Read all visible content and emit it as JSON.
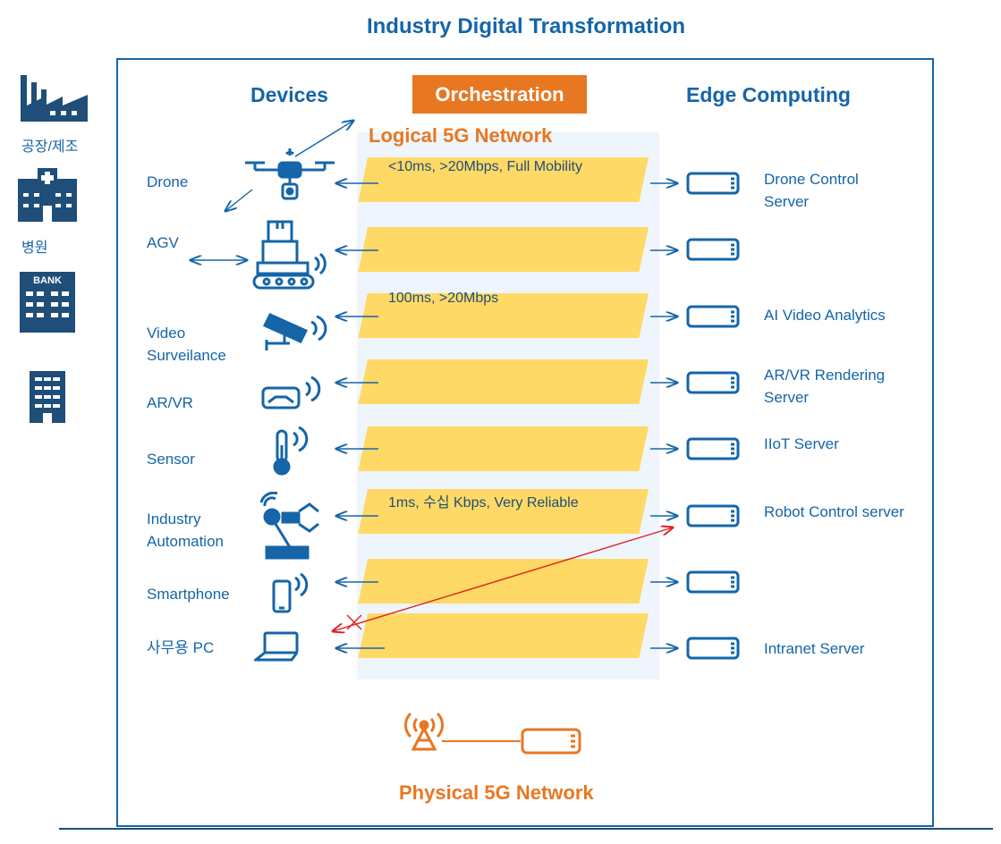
{
  "title": "Industry Digital Transformation",
  "headers": {
    "devices": "Devices",
    "orchestration": "Orchestration",
    "edge": "Edge Computing",
    "logical": "Logical 5G Network",
    "physical": "Physical 5G Network"
  },
  "industries": [
    {
      "label": "공장/제조",
      "icon": "factory-icon"
    },
    {
      "label": "병원",
      "icon": "hospital-icon"
    },
    {
      "label": "",
      "icon": "bank-icon",
      "sign": "BANK"
    },
    {
      "label": "",
      "icon": "office-building-icon"
    }
  ],
  "devices": [
    {
      "label": "Drone",
      "icon": "drone-icon"
    },
    {
      "label": "AGV",
      "icon": "agv-icon"
    },
    {
      "label": "Video Surveilance",
      "icon": "cctv-camera-icon"
    },
    {
      "label": "AR/VR",
      "icon": "vr-headset-icon"
    },
    {
      "label": "Sensor",
      "icon": "thermometer-icon"
    },
    {
      "label": "Industry Automation",
      "icon": "robot-arm-icon"
    },
    {
      "label": "Smartphone",
      "icon": "smartphone-icon"
    },
    {
      "label": "사무용 PC",
      "icon": "laptop-icon"
    }
  ],
  "slices": [
    {
      "label": "<10ms, >20Mbps, Full Mobility"
    },
    {
      "label": ""
    },
    {
      "label": "100ms, >20Mbps"
    },
    {
      "label": ""
    },
    {
      "label": ""
    },
    {
      "label": "1ms, 수십 Kbps, Very Reliable"
    },
    {
      "label": ""
    },
    {
      "label": ""
    }
  ],
  "servers": [
    {
      "label": "Drone Control Server",
      "icon": "server-icon"
    },
    {
      "label": "",
      "icon": "server-icon"
    },
    {
      "label": "AI Video Analytics",
      "icon": "server-icon"
    },
    {
      "label": "AR/VR Rendering Server",
      "icon": "server-icon"
    },
    {
      "label": "IIoT Server",
      "icon": "server-icon"
    },
    {
      "label": "Robot Control server",
      "icon": "server-icon"
    },
    {
      "label": "",
      "icon": "server-icon"
    },
    {
      "label": "Intranet Server",
      "icon": "server-icon"
    }
  ],
  "physical": {
    "tower_icon": "cell-tower-icon",
    "core_icon": "core-server-icon"
  },
  "colors": {
    "primary": "#1565a8",
    "accent": "#e87722",
    "slice": "#ffd966",
    "band": "#eef5fc",
    "blocked": "#e02020"
  }
}
